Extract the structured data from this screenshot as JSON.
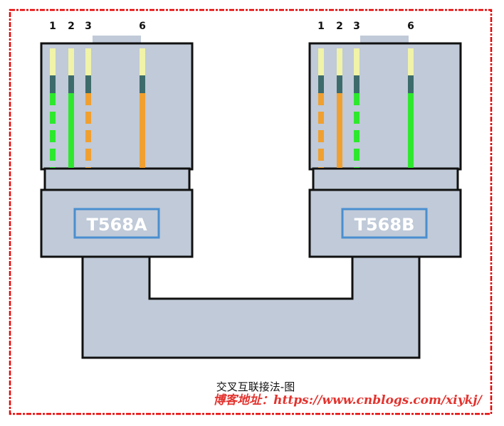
{
  "colors": {
    "frame": "#e60000",
    "body": "#c0cad8",
    "outline": "#111111",
    "label_border": "#4a8fcf",
    "pin_tip": "#f0f3a8",
    "pin_contact": "#3d6b6b",
    "green": "#2ee82e",
    "orange": "#f0a030"
  },
  "connectors": [
    {
      "standard": "T568A",
      "pins": [
        {
          "number": "1",
          "color": "green",
          "style": "dashed"
        },
        {
          "number": "2",
          "color": "green",
          "style": "solid"
        },
        {
          "number": "3",
          "color": "orange",
          "style": "dashed"
        },
        {
          "number": "6",
          "color": "orange",
          "style": "solid"
        }
      ]
    },
    {
      "standard": "T568B",
      "pins": [
        {
          "number": "1",
          "color": "orange",
          "style": "dashed"
        },
        {
          "number": "2",
          "color": "orange",
          "style": "solid"
        },
        {
          "number": "3",
          "color": "green",
          "style": "dashed"
        },
        {
          "number": "6",
          "color": "green",
          "style": "solid"
        }
      ]
    }
  ],
  "caption": "交叉互联接法-图",
  "watermark": "博客地址：https://www.cnblogs.com/xiykj/"
}
